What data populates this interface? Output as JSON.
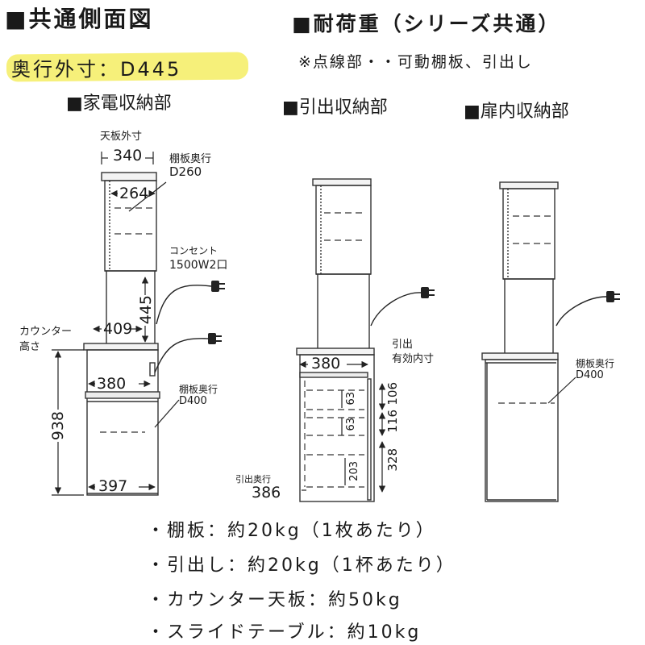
{
  "header": {
    "title": "■共通側面図",
    "depth": "奥行外寸：D445",
    "load_title": "■耐荷重（シリーズ共通）",
    "load_note": "※点線部・・可動棚板、引出し"
  },
  "sections": {
    "appliance": "■家電収納部",
    "drawer": "■引出収納部",
    "door": "■扉内収納部"
  },
  "appliance": {
    "top_label": "天板外寸",
    "top_width": "340",
    "shelf_depth_label": "棚板奥行",
    "shelf_depth_value": "D260",
    "inner_264": "264",
    "outlet_label": "コンセント",
    "outlet_value": "1500W2口",
    "height_445": "445",
    "width_409": "409",
    "counter_label": "カウンター",
    "counter_label2": "高さ",
    "width_380": "380",
    "shelf2_label": "棚板奥行",
    "shelf2_value": "D400",
    "height_938": "938",
    "width_397": "397"
  },
  "drawer": {
    "width_380": "380",
    "pull_label": "引出",
    "pull_label2": "有効内寸",
    "h106": "106",
    "h63a": "63",
    "h116": "116",
    "h63b": "63",
    "h328": "328",
    "h203": "203",
    "pull_depth_label": "引出奥行",
    "pull_depth_value": "386"
  },
  "door": {
    "shelf_label": "棚板奥行",
    "shelf_value": "D400"
  },
  "specs": [
    "・棚板：約20kg（1枚あたり）",
    "・引出し：約20kg（1杯あたり）",
    "・カウンター天板：約50kg",
    "・スライドテーブル：約10kg"
  ]
}
